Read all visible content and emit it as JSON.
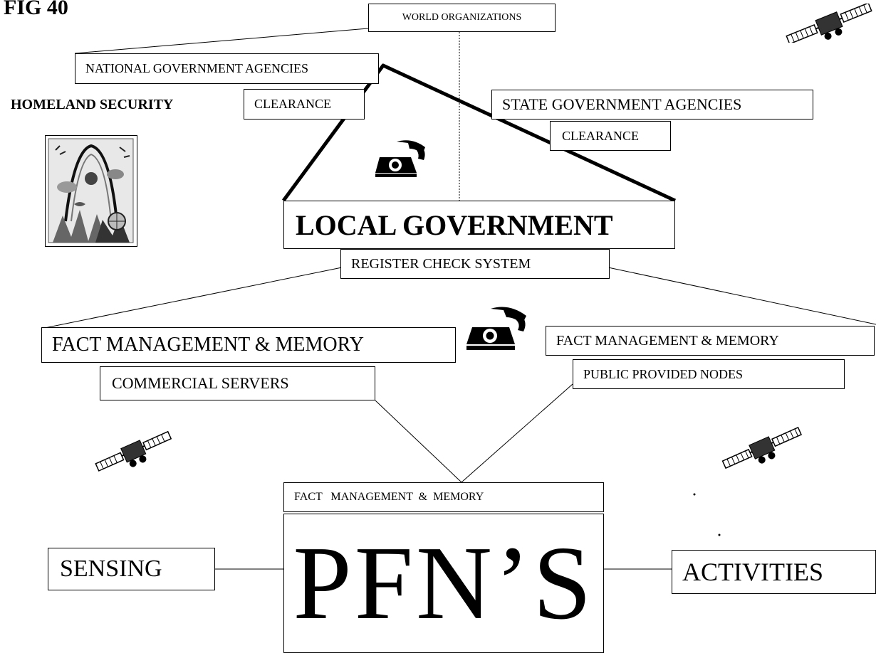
{
  "figure_label": "FIG 40",
  "nodes": {
    "world": "WORLD ORGANIZATIONS",
    "national": "NATIONAL GOVERNMENT AGENCIES",
    "homeland": "HOMELAND SECURITY",
    "clearance_national": "CLEARANCE",
    "state": "STATE GOVERNMENT AGENCIES",
    "clearance_state": "CLEARANCE",
    "local": "LOCAL GOVERNMENT",
    "register": "REGISTER CHECK  SYSTEM",
    "fact_left": "FACT MANAGEMENT & MEMORY",
    "commercial": "COMMERCIAL SERVERS",
    "fact_right": "FACT MANAGEMENT & MEMORY",
    "public_nodes": "PUBLIC PROVIDED  NODES",
    "fact_center": "FACT   MANAGEMENT  &  MEMORY",
    "pfns": "PFN’S",
    "sensing": "SENSING",
    "activities": "ACTIVITIES"
  },
  "icons": [
    "satellite-icon",
    "telephone-icon",
    "homeland-image"
  ]
}
